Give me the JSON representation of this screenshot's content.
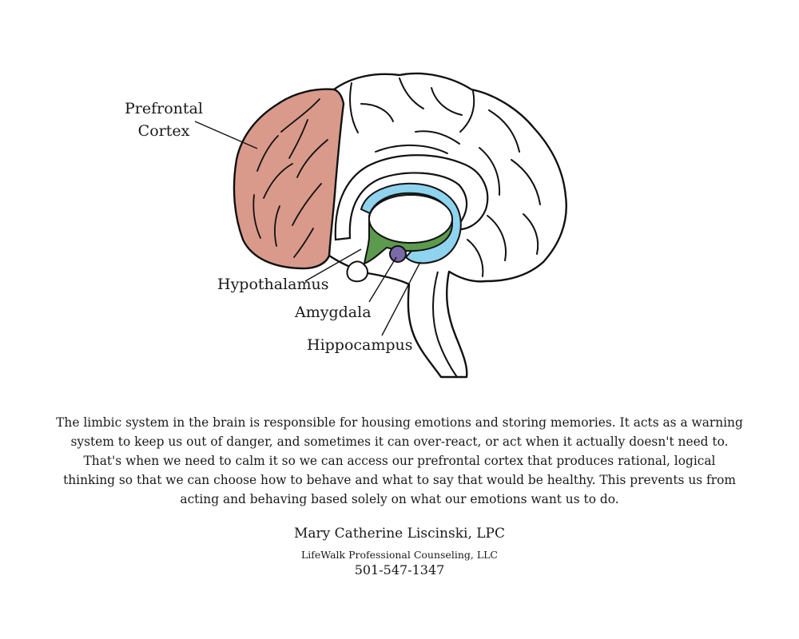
{
  "labels": {
    "prefrontal_line1": "Prefrontal",
    "prefrontal_line2": "Cortex",
    "hypothalamus": "Hypothalamus",
    "amygdala": "Amygdala",
    "hippocampus": "Hippocampus"
  },
  "caption": "The limbic system in the brain is responsible for housing emotions and storing memories. It acts as a warning system to keep us out of danger, and sometimes it can over-react, or act when it actually doesn't need to. That's when we need to calm it so we can access our prefrontal cortex that produces rational, logical thinking so that we can choose how to behave and what to say that would be healthy. This prevents us from acting and behaving based solely on what our emotions want us to do.",
  "credit": {
    "name": "Mary Catherine Liscinski, LPC",
    "organization": "LifeWalk Professional Counseling, LLC",
    "phone": "501-547-1347"
  },
  "colors": {
    "prefrontal_cortex": "#d99a8b",
    "limbic_green": "#5c9a4e",
    "hippocampus_blue": "#8fd3ee",
    "amygdala_purple": "#7a6aa8",
    "outline": "#111111"
  }
}
